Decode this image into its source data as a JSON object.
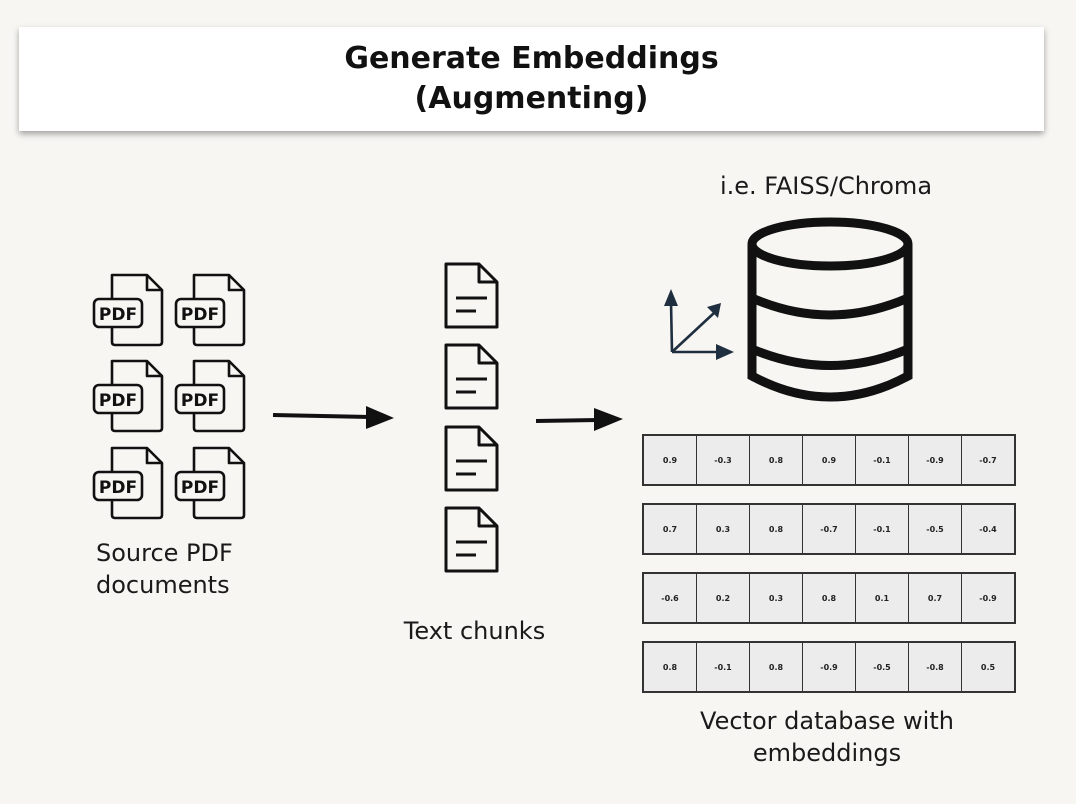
{
  "title": {
    "line1": "Generate Embeddings",
    "line2": "(Augmenting)"
  },
  "labels": {
    "source": [
      "Source PDF",
      "documents"
    ],
    "chunks": "Text chunks",
    "db_hint": "i.e. FAISS/Chroma",
    "vector_db": [
      "Vector database with",
      "embeddings"
    ]
  },
  "pdf_icon_text": "PDF",
  "icons": {
    "pdf": "pdf-file-icon",
    "doc": "text-document-icon",
    "db": "database-icon",
    "axes": "vector-axes-icon",
    "arrow": "arrow-right-icon"
  },
  "embeddings": [
    [
      "0.9",
      "-0.3",
      "0.8",
      "0.9",
      "-0.1",
      "-0.9",
      "-0.7"
    ],
    [
      "0.7",
      "0.3",
      "0.8",
      "-0.7",
      "-0.1",
      "-0.5",
      "-0.4"
    ],
    [
      "-0.6",
      "0.2",
      "0.3",
      "0.8",
      "0.1",
      "0.7",
      "-0.9"
    ],
    [
      "0.8",
      "-0.1",
      "0.8",
      "-0.9",
      "-0.5",
      "-0.8",
      "0.5"
    ]
  ],
  "colors": {
    "background": "#f7f6f3",
    "ink": "#111111",
    "cell": "#ececec",
    "axes": "#1f2f3f"
  }
}
